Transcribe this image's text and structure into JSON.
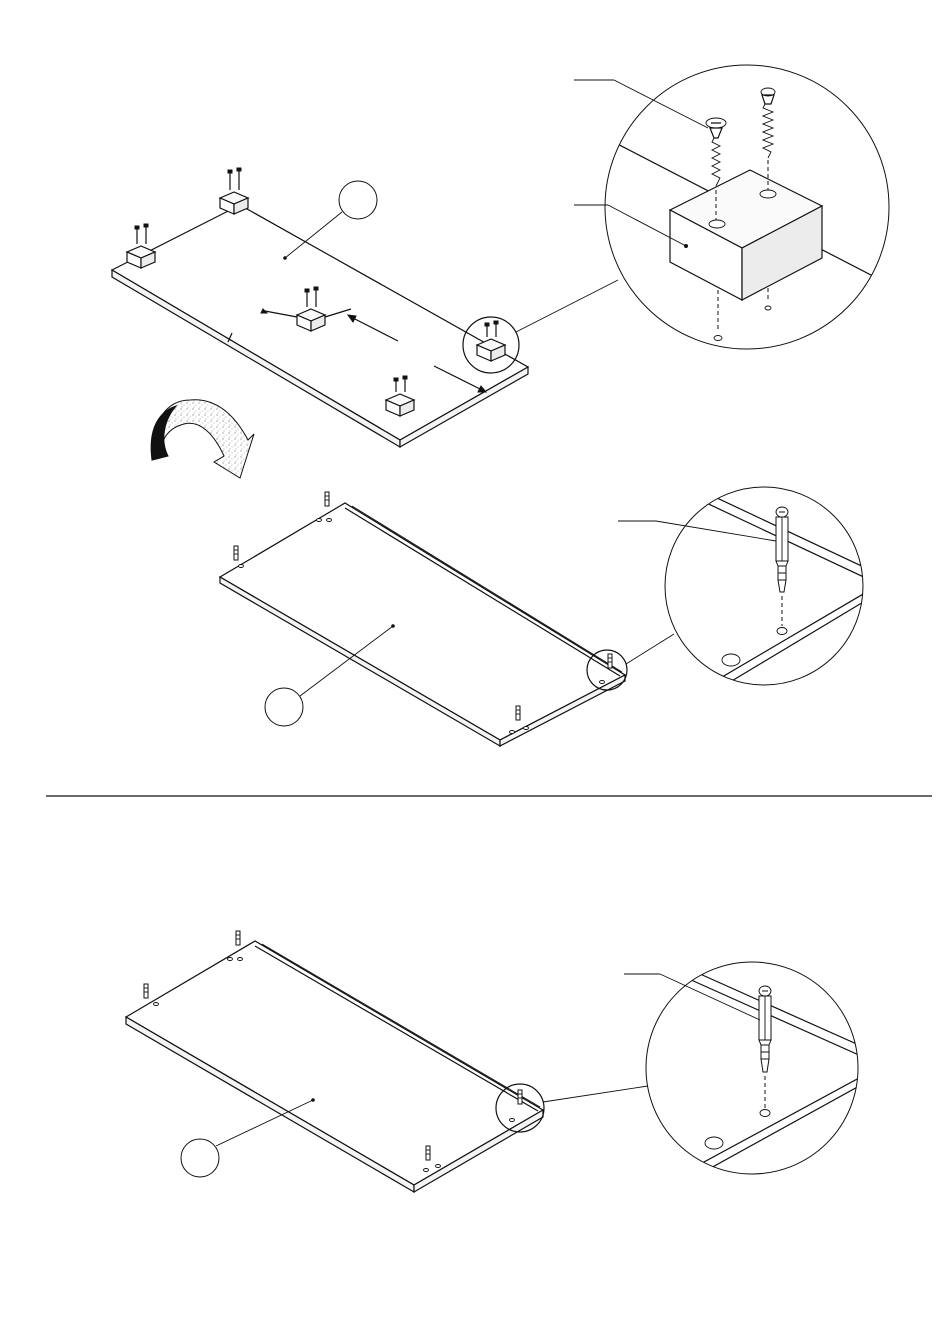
{
  "steps": [
    {
      "id": "step-1",
      "description_parts": [
        "panel-with-feet",
        "flip-arrow",
        "panel-with-dowels"
      ]
    },
    {
      "id": "step-2",
      "description_parts": [
        "panel-with-dowels"
      ]
    }
  ],
  "callouts": {
    "panel_a": "",
    "panel_b": "",
    "panel_c": ""
  },
  "icons": {
    "screw": "screw-icon",
    "foot": "foot-block-icon",
    "dowel": "cam-dowel-icon",
    "flip": "flip-arrow-icon"
  }
}
